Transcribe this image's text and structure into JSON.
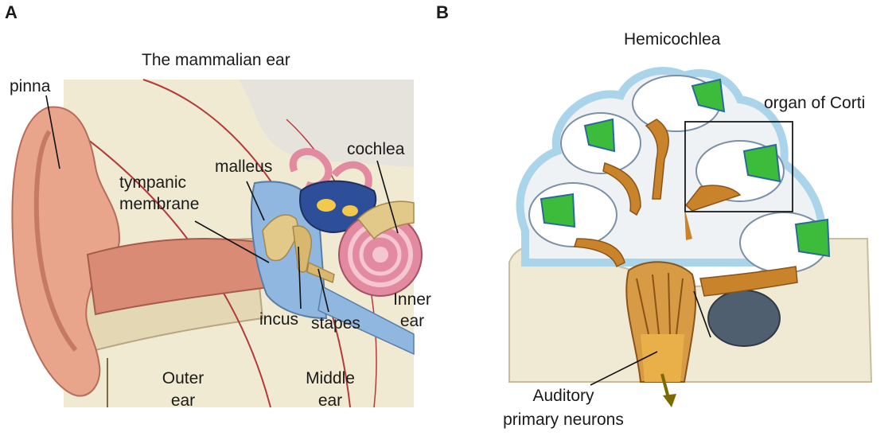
{
  "panel_a": {
    "letter": "A",
    "title": "The mammalian ear",
    "labels": {
      "pinna": "pinna",
      "malleus": "malleus",
      "cochlea": "cochlea",
      "tympanic_1": "tympanic",
      "tympanic_2": "membrane",
      "incus": "incus",
      "stapes": "stapes",
      "inner_1": "Inner",
      "inner_2": "ear",
      "outer_1": "Outer",
      "outer_2": "ear",
      "middle_1": "Middle",
      "middle_2": "ear"
    }
  },
  "panel_b": {
    "letter": "B",
    "title": "Hemicochlea",
    "labels": {
      "organ": "organ of Corti",
      "auditory_1": "Auditory",
      "auditory_2": "primary neurons"
    }
  },
  "colors": {
    "skin": "#e9a58c",
    "bone": "#efe6c9",
    "middle_ear_blue": "#8fb7df",
    "cochlea_pink": "#e28aa0",
    "nerve_orange": "#c9832b",
    "organ_green": "#3dbb3a",
    "arrow_olive": "#7a6a00"
  }
}
